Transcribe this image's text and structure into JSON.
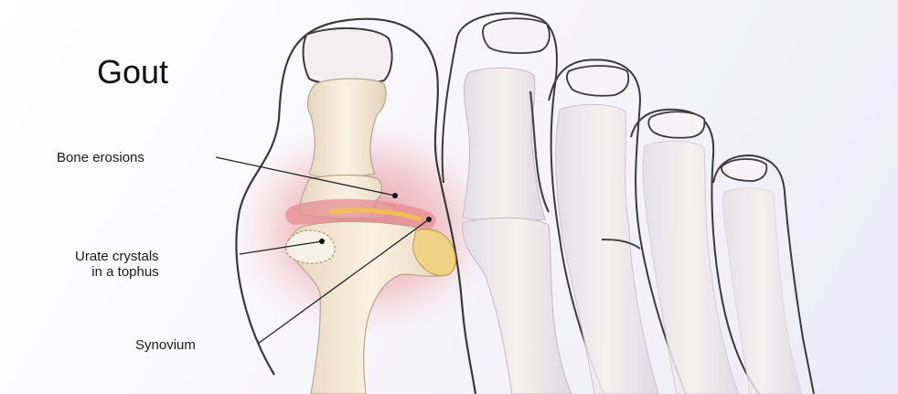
{
  "title": "Gout",
  "labels": {
    "bone_erosions": "Bone erosions",
    "urate_line1": "Urate crystals",
    "urate_line2": "in a tophus",
    "synovium": "Synovium"
  },
  "colors": {
    "bone": "#f3e6d2",
    "bone_shadow": "#d9c7ad",
    "skin_outline": "#3a3a3a",
    "inflammation": "#e9a3a8",
    "crystal": "#f2c14e"
  }
}
